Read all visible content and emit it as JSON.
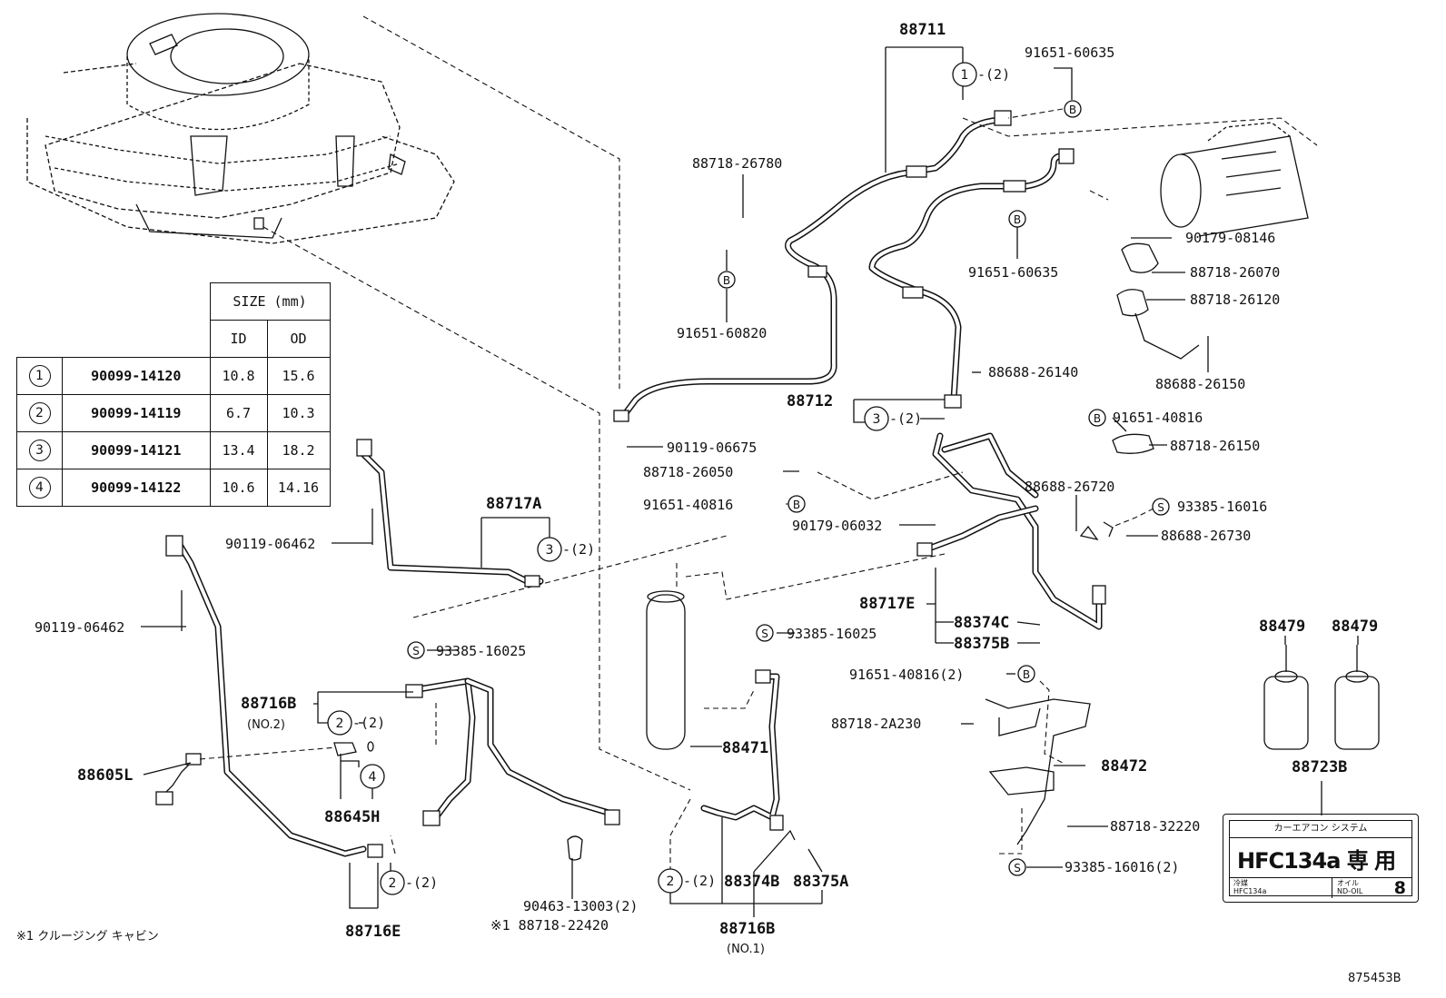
{
  "seal_table": {
    "header_size": "SIZE (mm)",
    "header_id": "ID",
    "header_od": "OD",
    "rows": [
      {
        "ref": "1",
        "part": "90099-14120",
        "id": "10.8",
        "od": "15.6"
      },
      {
        "ref": "2",
        "part": "90099-14119",
        "id": "6.7",
        "od": "10.3"
      },
      {
        "ref": "3",
        "part": "90099-14121",
        "id": "13.4",
        "od": "18.2"
      },
      {
        "ref": "4",
        "part": "90099-14122",
        "id": "10.6",
        "od": "14.16"
      }
    ]
  },
  "callouts": {
    "p88711": "88711",
    "p91651_60635_top": "91651-60635",
    "p88718_26780": "88718-26780",
    "p91651_60820": "91651-60820",
    "p91651_60635_mid": "91651-60635",
    "p90179_08146": "90179-08146",
    "p88718_26070": "88718-26070",
    "p88718_26120": "88718-26120",
    "p88688_26150": "88688-26150",
    "p88688_26140": "88688-26140",
    "p88712": "88712",
    "p90119_06675": "90119-06675",
    "p88718_26050": "88718-26050",
    "p91651_40816_a": "91651-40816",
    "p90179_06032": "90179-06032",
    "p91651_40816_b": "91651-40816",
    "p88718_26150": "88718-26150",
    "p88688_26720": "88688-26720",
    "p93385_16016": "93385-16016",
    "p88688_26730": "88688-26730",
    "p88717e": "88717E",
    "p88374c": "88374C",
    "p88375b": "88375B",
    "p88479_a": "88479",
    "p88479_b": "88479",
    "p88717a": "88717A",
    "p90119_06462_a": "90119-06462",
    "p90119_06462_b": "90119-06462",
    "p93385_16025_a": "93385-16025",
    "p93385_16025_b": "93385-16025",
    "p88716b_no2": "88716B",
    "no2": "(NO.2)",
    "p88605l": "88605L",
    "p88645h": "88645H",
    "p88471": "88471",
    "p91651_40816_2": "91651-40816(2)",
    "p88718_2a230": "88718-2A230",
    "p88472": "88472",
    "p88723b": "88723B",
    "p88718_32220": "88718-32220",
    "p93385_16016_2": "93385-16016(2)",
    "p88716e": "88716E",
    "p90463_13003": "90463-13003(2)",
    "p88718_22420": "※1 88718-22420",
    "p88374b": "88374B",
    "p88375a": "88375A",
    "p88716b_no1": "88716B",
    "no1": "(NO.1)",
    "qty2": "-(2)",
    "note1": "※1 クルージング キャビン",
    "fig_no": "875453B"
  },
  "symbols": {
    "circle_b": "B",
    "circle_s": "S"
  },
  "label_card": {
    "header": "カーエアコン システム",
    "refrigerant_big": "HFC134a 専 用",
    "refrigerant_caption": "冷媒",
    "refrigerant_value": "HFC134a",
    "oil_caption": "オイル",
    "oil_value": "ND-OIL",
    "oil_number": "8"
  }
}
